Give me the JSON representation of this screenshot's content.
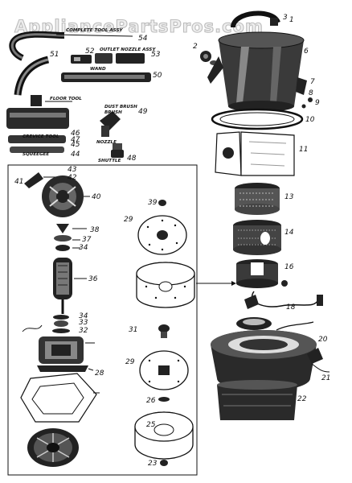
{
  "watermark": "AppliancePartsPros.com",
  "parts": [
    {
      "n": "1"
    },
    {
      "n": "2"
    },
    {
      "n": "3"
    },
    {
      "n": "6"
    },
    {
      "n": "7"
    },
    {
      "n": "8"
    },
    {
      "n": "9"
    },
    {
      "n": "10"
    },
    {
      "n": "11"
    },
    {
      "n": "13"
    },
    {
      "n": "14"
    },
    {
      "n": "16"
    },
    {
      "n": "18"
    },
    {
      "n": "20"
    },
    {
      "n": "21"
    },
    {
      "n": "22"
    },
    {
      "n": "23"
    },
    {
      "n": "25"
    },
    {
      "n": "26"
    },
    {
      "n": "28"
    },
    {
      "n": "29"
    },
    {
      "n": "29"
    },
    {
      "n": "31"
    },
    {
      "n": "32"
    },
    {
      "n": "33"
    },
    {
      "n": "34"
    },
    {
      "n": "34"
    },
    {
      "n": "36"
    },
    {
      "n": "37"
    },
    {
      "n": "38"
    },
    {
      "n": "39"
    },
    {
      "n": "40"
    },
    {
      "n": "41"
    },
    {
      "n": "42"
    },
    {
      "n": "43"
    },
    {
      "n": "44"
    },
    {
      "n": "45"
    },
    {
      "n": "46"
    },
    {
      "n": "47"
    },
    {
      "n": "48"
    },
    {
      "n": "49"
    },
    {
      "n": "50"
    },
    {
      "n": "51"
    },
    {
      "n": "52"
    },
    {
      "n": "53"
    },
    {
      "n": "54"
    }
  ],
  "captions": {
    "hose_set": "COMPLETE TOOL ASSY",
    "tools_assy": "OUTLET NOZZLE ASSY",
    "wand": "WAND",
    "floor_tool": "FLOOR TOOL",
    "crevice_tool": "CREVICE TOOL",
    "squeegee": "SQUEEGEE",
    "dust_brush": "DUST BRUSH",
    "brush_b": "BRUSH",
    "nozzle": "NOZZLE",
    "shuttle": "SHUTTLE"
  }
}
